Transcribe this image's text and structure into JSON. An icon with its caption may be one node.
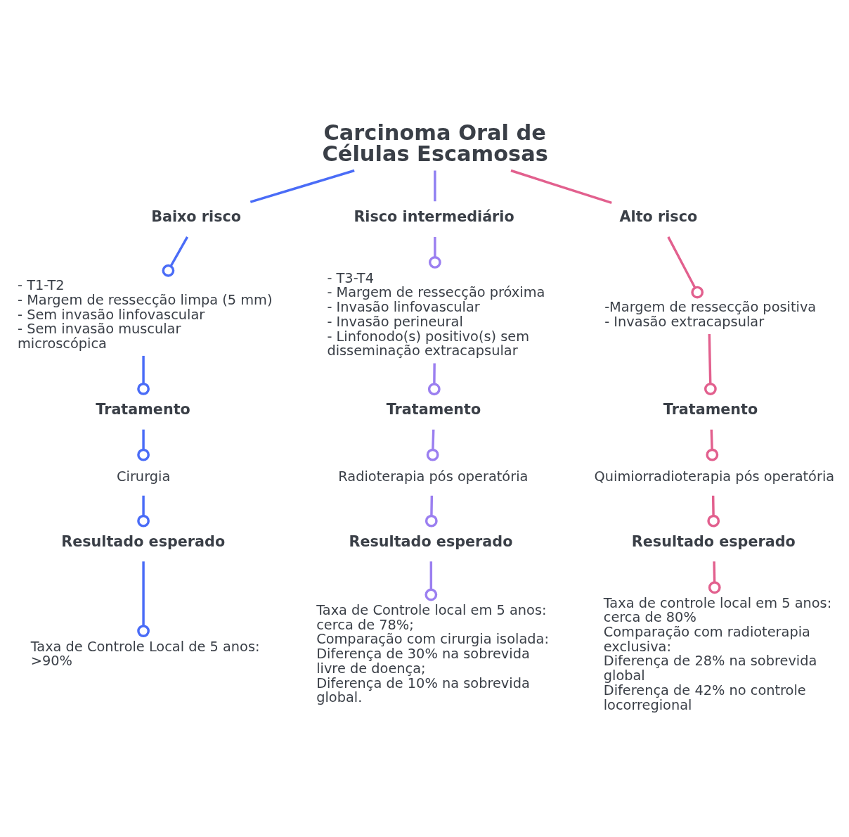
{
  "diagram": {
    "nodes": [
      {
        "text": [
          "Carcinoma Oral de Células Escamosas"
        ]
      },
      {
        "text": [
          "Baixo risco"
        ]
      },
      {
        "text": [
          "Risco intermediário"
        ]
      },
      {
        "text": [
          "Alto risco"
        ]
      },
      {
        "text": [
          "- T1-T2",
          "- Margem de ressecção limpa (5 mm)",
          "- Sem invasão linfovascular",
          "- Sem invasão muscular microscópica"
        ]
      },
      {
        "text": [
          "Tratamento"
        ]
      },
      {
        "text": [
          "Cirurgia"
        ]
      },
      {
        "text": [
          "Resultado esperado"
        ]
      },
      {
        "text": [
          "Taxa de Controle Local de 5 anos: >90%"
        ]
      },
      {
        "text": [
          "- T3-T4",
          "- Margem de ressecção próxima",
          "- Invasão linfovascular",
          "- Invasão perineural",
          "- Linfonodo(s) positivo(s) sem disseminação extracapsular"
        ]
      },
      {
        "text": [
          "Tratamento"
        ]
      },
      {
        "text": [
          "Radioterapia pós operatória"
        ]
      },
      {
        "text": [
          "Resultado esperado"
        ]
      },
      {
        "text": [
          "Taxa de Controle local em 5 anos: cerca de 78%;",
          "Comparação com cirurgia isolada:",
          "Diferença de 30% na sobrevida livre de doença;",
          "Diferença de 10% na sobrevida global."
        ]
      },
      {
        "text": [
          "-Margem de ressecção positiva",
          "- Invasão extracapsular"
        ]
      },
      {
        "text": [
          "Tratamento"
        ]
      },
      {
        "text": [
          "Quimiorradioterapia pós operatória"
        ]
      },
      {
        "text": [
          "Resultado esperado"
        ]
      },
      {
        "text": [
          "Taxa de controle local em 5 anos: cerca de 80%",
          "Comparação com radioterapia exclusiva:",
          "Diferença de 28% na sobrevida global",
          "Diferença de 42% no controle locorregional"
        ]
      }
    ],
    "edges": [
      {
        "from": 0,
        "to": 1,
        "arrow": "none",
        "color": "#4a6cf7"
      },
      {
        "from": 0,
        "to": 2,
        "arrow": "none",
        "color": "#8f7ff2"
      },
      {
        "from": 0,
        "to": 3,
        "arrow": "none",
        "color": "#e2608e"
      },
      {
        "from": 1,
        "to": 4,
        "arrow": "other",
        "color": "#4a6cf7"
      },
      {
        "from": 4,
        "to": 5,
        "arrow": "other",
        "color": "#4a6cf7"
      },
      {
        "from": 5,
        "to": 6,
        "arrow": "other",
        "color": "#4a6cf7"
      },
      {
        "from": 6,
        "to": 7,
        "arrow": "other",
        "color": "#4a6cf7"
      },
      {
        "from": 7,
        "to": 8,
        "arrow": "other",
        "color": "#4a6cf7"
      },
      {
        "from": 2,
        "to": 9,
        "arrow": "other",
        "color": "#9b7ff0"
      },
      {
        "from": 9,
        "to": 10,
        "arrow": "other",
        "color": "#9b7ff0"
      },
      {
        "from": 10,
        "to": 11,
        "arrow": "other",
        "color": "#9b7ff0"
      },
      {
        "from": 11,
        "to": 12,
        "arrow": "other",
        "color": "#9b7ff0"
      },
      {
        "from": 12,
        "to": 13,
        "arrow": "other",
        "color": "#9b7ff0"
      },
      {
        "from": 3,
        "to": 14,
        "arrow": "other",
        "color": "#e2608e"
      },
      {
        "from": 14,
        "to": 15,
        "arrow": "other",
        "color": "#e2608e"
      },
      {
        "from": 15,
        "to": 16,
        "arrow": "other",
        "color": "#e2608e"
      },
      {
        "from": 16,
        "to": 17,
        "arrow": "other",
        "color": "#e2608e"
      },
      {
        "from": 17,
        "to": 18,
        "arrow": "other",
        "color": "#e2608e"
      }
    ]
  }
}
